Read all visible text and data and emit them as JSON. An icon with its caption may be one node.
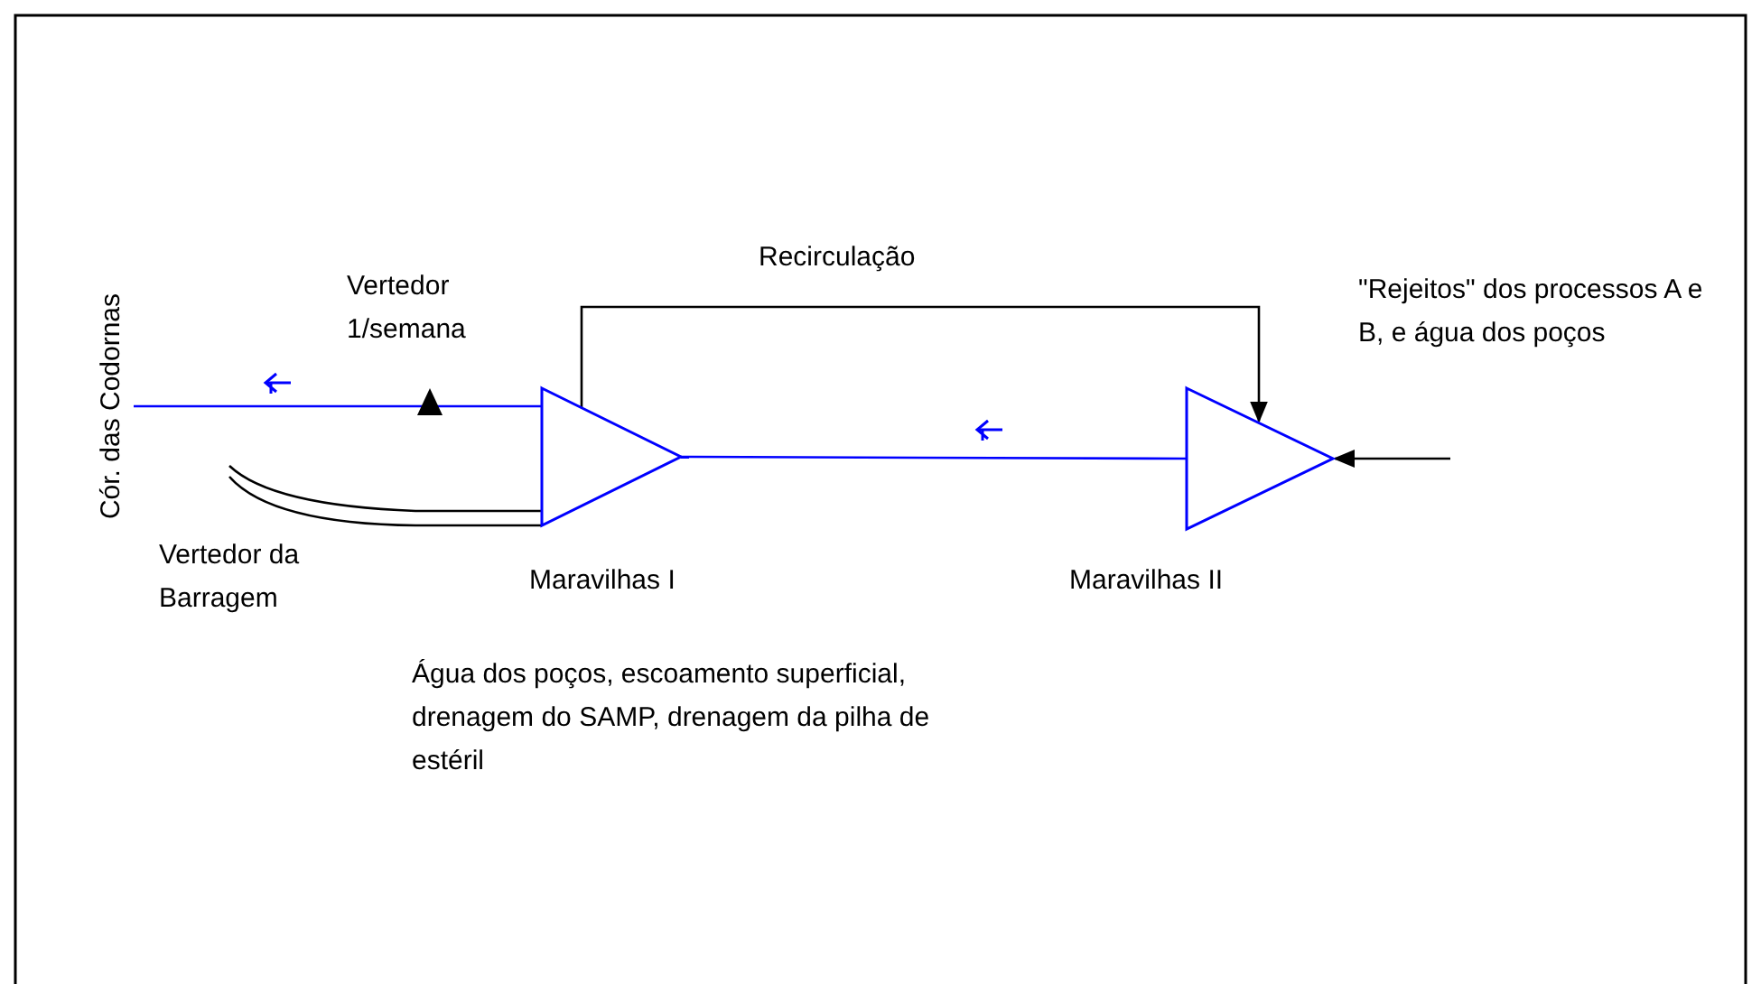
{
  "diagram": {
    "nodes": [
      {
        "text": [
          "Maravilhas I"
        ]
      },
      {
        "text": [
          "Maravilhas II"
        ]
      },
      {
        "text": [
          "Cór. das Codornas"
        ]
      },
      {
        "text": [
          "Vertedor da Barragem"
        ]
      }
    ],
    "edges": [
      {
        "from": 1,
        "to": 0,
        "arrow": "none",
        "color": "#0000ff"
      },
      {
        "from": 0,
        "to": 2,
        "arrow": "none",
        "color": "#0000ff"
      },
      {
        "from": 3,
        "to": 0,
        "arrow": "none"
      },
      {
        "from": 0,
        "to": 1,
        "arrow": "to",
        "label": "Recirculação"
      },
      {
        "from": null,
        "to": 1,
        "arrow": "to"
      }
    ],
    "labels": [
      "Vertedor 1/semana",
      "\"Rejeitos\" dos processos A e B, e água dos poços",
      "Água dos poços, escoamento superficial, drenagem do SAMP, drenagem da pilha de estéril"
    ]
  }
}
